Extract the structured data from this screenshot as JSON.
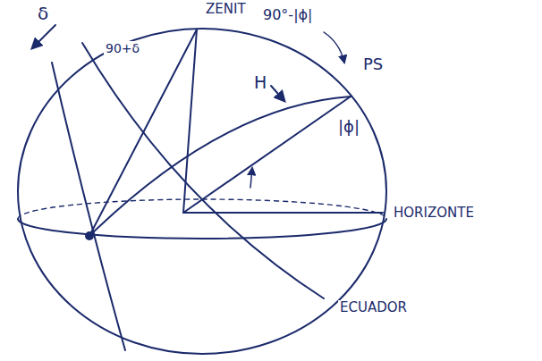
{
  "diagram": {
    "labels": [
      "ZENIT",
      "90°-|ϕ|",
      "δ",
      "90+δ",
      "H",
      "PS",
      "|ϕ|",
      "HORIZONTE",
      "ECUADOR"
    ]
  }
}
